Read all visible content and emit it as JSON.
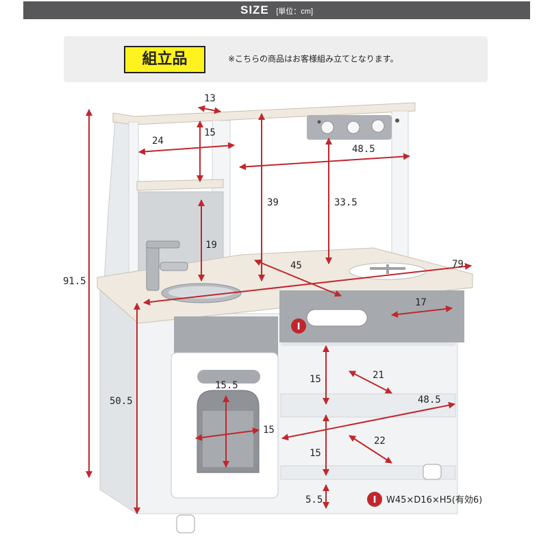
{
  "header": {
    "title": "SIZE",
    "unit": "[単位：cm]"
  },
  "note": {
    "badge": "組立品",
    "text": "※こちらの商品はお客様組み立てとなります。"
  },
  "dimensions": {
    "top_depth": "13",
    "shelf_width": "24",
    "shelf_gap": "15",
    "hood_width": "48.5",
    "upper_height": "39",
    "hood_height": "33.5",
    "back_panel_height": "19",
    "counter_depth": "45",
    "total_width": "79",
    "total_height": "91.5",
    "drawer_width": "17",
    "base_height": "50.5",
    "oven_width": "15.5",
    "oven_height": "15",
    "shelf1_height": "15",
    "shelf1_depth": "21",
    "shelf_inner_width": "48.5",
    "shelf2_depth": "22",
    "shelf2_height": "15",
    "floor_clearance": "5.5"
  },
  "drawer_note": {
    "marker": "I",
    "text": "W45×D16×H5(有効6)"
  },
  "colors": {
    "header": "#58585a",
    "badge": "#fff21e",
    "arrow": "#c0272d",
    "panel": "#eeeeee"
  }
}
